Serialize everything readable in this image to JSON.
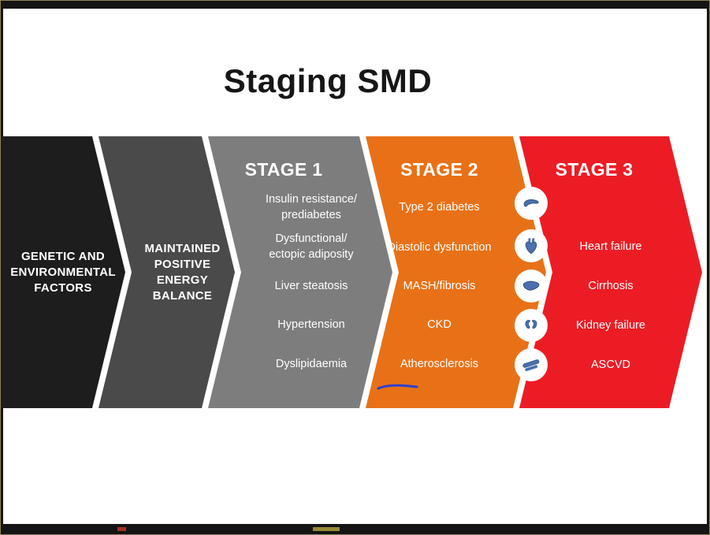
{
  "title": "Staging SMD",
  "colors": {
    "factors_black": "#1d1d1d",
    "energy_gray": "#4a4a4a",
    "stage1_gray": "#7d7d7d",
    "stage2_orange": "#e87117",
    "stage3_red": "#ec1c24",
    "text_white": "#ffffff",
    "annotation_blue": "#2f3ecf",
    "organ_icon_blue": "#4c6fad"
  },
  "chevrons": [
    {
      "id": "genetic",
      "label": "GENETIC AND\nENVIRONMENTAL\nFACTORS"
    },
    {
      "id": "energy",
      "label": "MAINTAINED\nPOSITIVE\nENERGY\nBALANCE"
    },
    {
      "id": "stage1",
      "header": "STAGE 1",
      "items": [
        "Insulin resistance/\nprediabetes",
        "Dysfunctional/\nectopic adiposity",
        "Liver steatosis",
        "Hypertension",
        "Dyslipidaemia"
      ]
    },
    {
      "id": "stage2",
      "header": "STAGE 2",
      "items": [
        "Type 2 diabetes",
        "Diastolic dysfunction",
        "MASH/fibrosis",
        "CKD",
        "Atherosclerosis"
      ]
    },
    {
      "id": "stage3",
      "header": "STAGE 3",
      "items": [
        "Heart failure",
        "Cirrhosis",
        "Kidney failure",
        "ASCVD"
      ]
    }
  ],
  "organ_icons": [
    "pancreas",
    "heart",
    "liver",
    "kidney",
    "blood-vessel"
  ],
  "annotation": {
    "type": "pen-underline",
    "under_item": "Atherosclerosis"
  }
}
